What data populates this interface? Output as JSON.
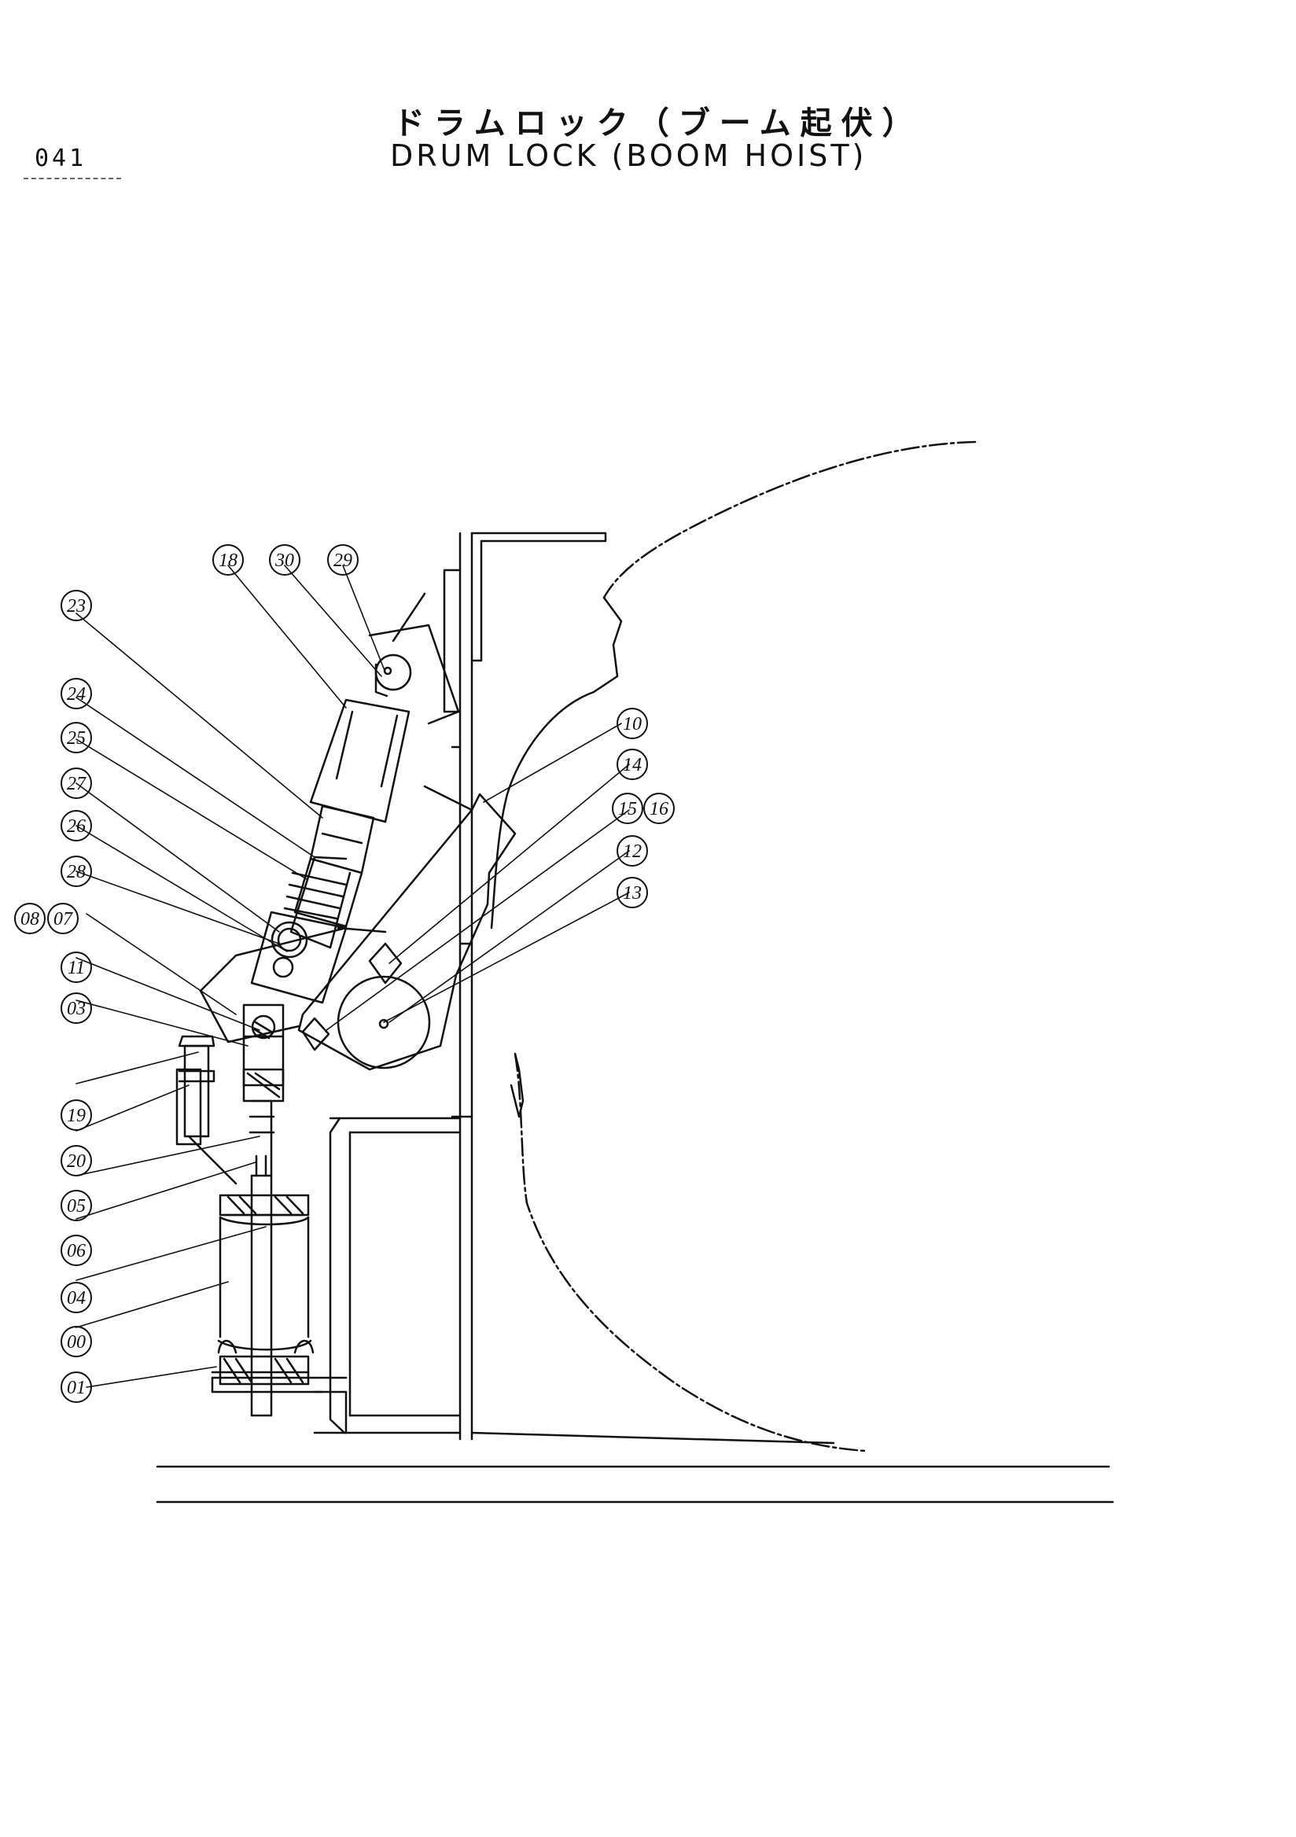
{
  "page": {
    "number": "041"
  },
  "title": {
    "japanese": "ドラムロック（ブーム起伏）",
    "english": "DRUM LOCK (BOOM HOIST)"
  },
  "callouts": {
    "c18": "18",
    "c30": "30",
    "c29": "29",
    "c23": "23",
    "c24": "24",
    "c25": "25",
    "c27": "27",
    "c26": "26",
    "c28": "28",
    "c08": "08",
    "c07": "07",
    "c11": "11",
    "c03": "03",
    "c19": "19",
    "c20": "20",
    "c05": "05",
    "c06": "06",
    "c04": "04",
    "c00": "00",
    "c01": "01",
    "c10": "10",
    "c14": "14",
    "c15": "15",
    "c16": "16",
    "c12": "12",
    "c13": "13"
  }
}
